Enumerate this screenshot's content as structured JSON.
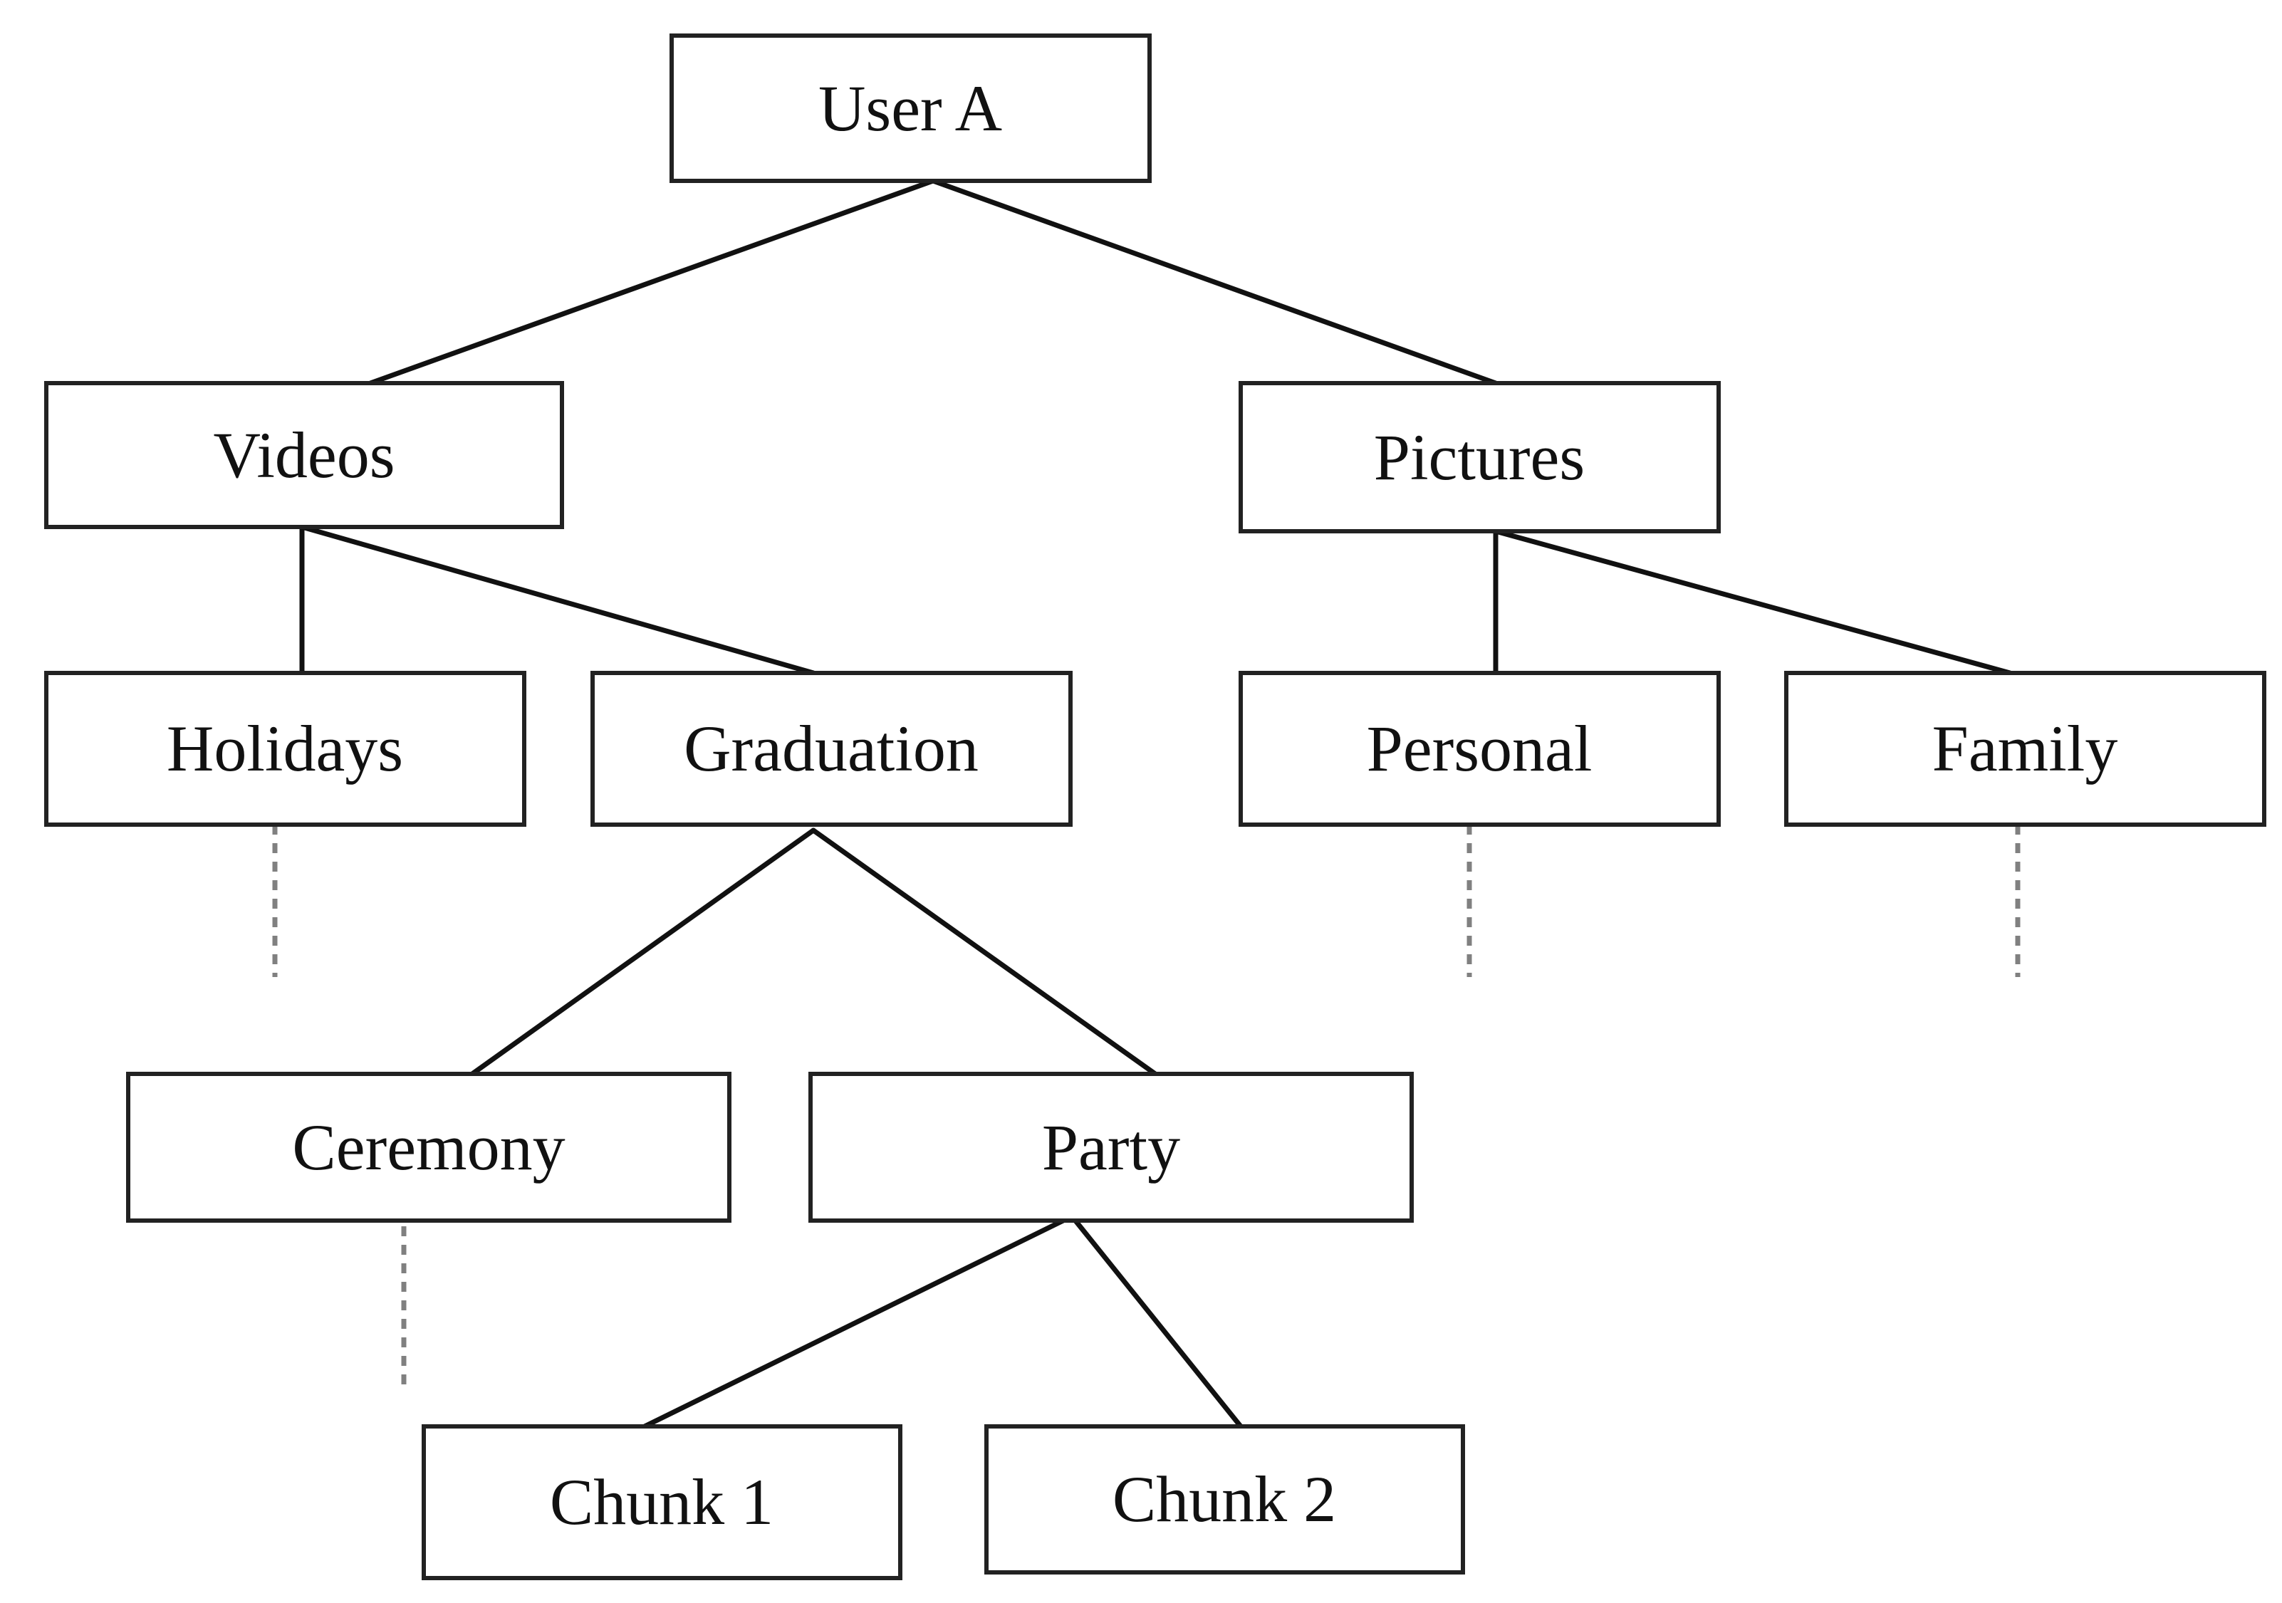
{
  "nodes": {
    "user_a": "User A",
    "videos": "Videos",
    "pictures": "Pictures",
    "holidays": "Holidays",
    "graduation": "Graduation",
    "personal": "Personal",
    "family": "Family",
    "ceremony": "Ceremony",
    "party": "Party",
    "chunk_1": "Chunk 1",
    "chunk_2": "Chunk 2"
  },
  "colors": {
    "box_stroke": "#222222",
    "edge": "#111111",
    "continuation_stub": "#808080",
    "background": "#ffffff"
  }
}
